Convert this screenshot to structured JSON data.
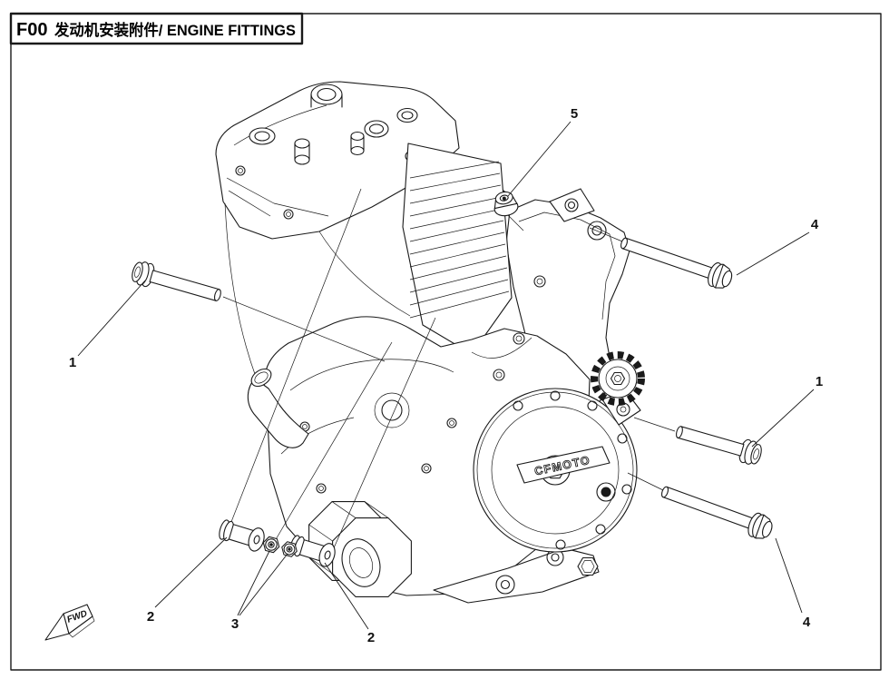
{
  "title_block": {
    "code": "F00",
    "title": "发动机安装附件/ ENGINE FITTINGS"
  },
  "diagram": {
    "brand_label": "CFMOTO",
    "fwd_label": "FWD"
  },
  "callouts": {
    "bolt_left": "1",
    "spacer_left": "2",
    "nuts_pair": "3",
    "spacer_right": "2",
    "nut_top": "5",
    "bolt_top_right": "4",
    "bolt_right": "1",
    "bolt_bottom_right": "4"
  }
}
